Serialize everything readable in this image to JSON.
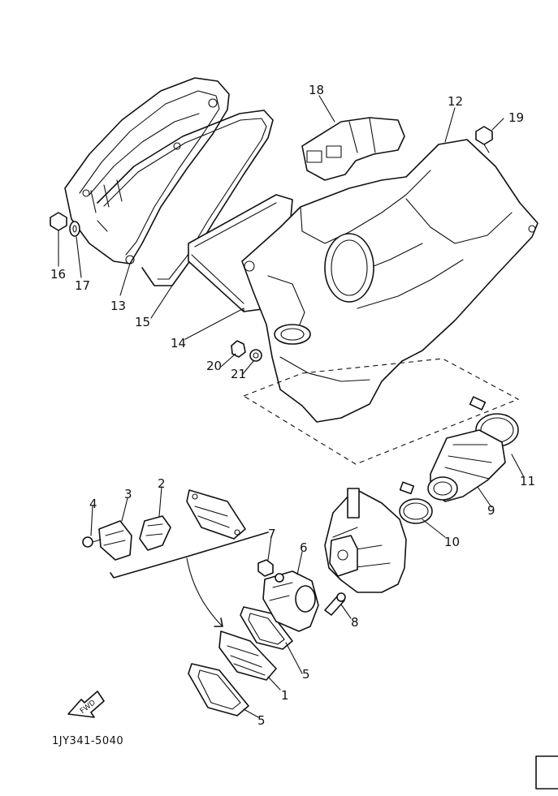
{
  "diagram": {
    "drawing_code": "1JY341-5040",
    "fwd_mark": "FWD",
    "callouts": [
      {
        "id": "c1",
        "label": "1"
      },
      {
        "id": "c2",
        "label": "2"
      },
      {
        "id": "c3",
        "label": "3"
      },
      {
        "id": "c4",
        "label": "4"
      },
      {
        "id": "c5a",
        "label": "5"
      },
      {
        "id": "c5b",
        "label": "5"
      },
      {
        "id": "c6",
        "label": "6"
      },
      {
        "id": "c7",
        "label": "7"
      },
      {
        "id": "c8",
        "label": "8"
      },
      {
        "id": "c9",
        "label": "9"
      },
      {
        "id": "c10",
        "label": "10"
      },
      {
        "id": "c11",
        "label": "11"
      },
      {
        "id": "c12",
        "label": "12"
      },
      {
        "id": "c13",
        "label": "13"
      },
      {
        "id": "c14",
        "label": "14"
      },
      {
        "id": "c15",
        "label": "15"
      },
      {
        "id": "c16",
        "label": "16"
      },
      {
        "id": "c17",
        "label": "17"
      },
      {
        "id": "c18",
        "label": "18"
      },
      {
        "id": "c19",
        "label": "19"
      },
      {
        "id": "c20",
        "label": "20"
      },
      {
        "id": "c21",
        "label": "21"
      }
    ]
  }
}
